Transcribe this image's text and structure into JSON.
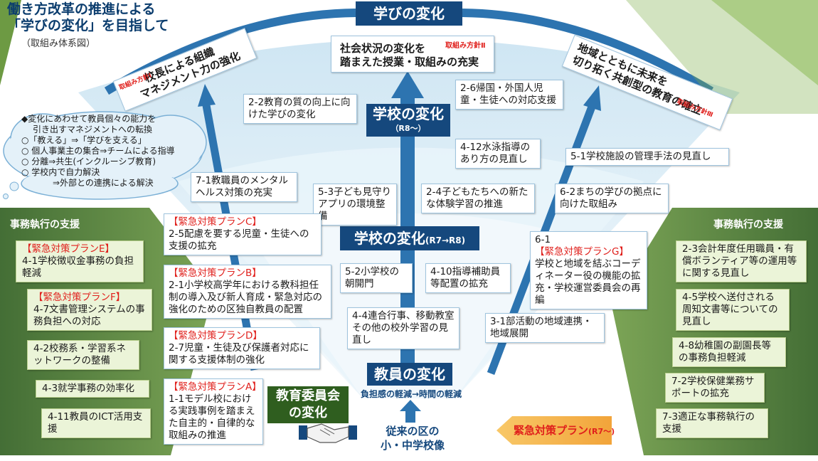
{
  "title": {
    "line1": "働き方改革の推進による",
    "line2": "「学びの変化」を目指して",
    "line3": "（取組み体系図）"
  },
  "top": {
    "manabi": "学びの変化",
    "center_line1": "社会状況の変化を",
    "center_line2": "踏まえた授業・取組みの充実",
    "center_tag": "取組み方針Ⅱ",
    "left_line1": "校長による組織",
    "left_line2": "マネジメント力の強化",
    "left_tag": "取組み方針Ⅰ",
    "right_line1": "地域とともに未来を",
    "right_line2": "切り拓く共創型の教育の確立",
    "right_tag": "取組み方針Ⅲ"
  },
  "cloud": {
    "l1": "◆変化にあわせて教員個々の能力を",
    "l2": "引き出すマネジメントへの転換",
    "l3": "○「教える」⇒「学びを支える」",
    "l4": "○ 個人事業主の集合⇒チームによる指導",
    "l5": "○ 分離⇒共生(インクルーシブ教育)",
    "l6": "○ 学校内で自力解決",
    "l7": "⇒外部との連携による解決"
  },
  "school_change1": {
    "label": "学校の変化",
    "sub": "（R8～）"
  },
  "school_change2": {
    "label": "学校の変化",
    "sub": "(R7→R8)"
  },
  "teacher_change": {
    "label": "教員の変化",
    "sub": "負担感の軽減→時間の軽減"
  },
  "board_change": {
    "l1": "教育委員会",
    "l2": "の変化"
  },
  "traditional": {
    "l1": "従来の区の",
    "l2": "小・中学校像"
  },
  "emergency": {
    "label": "緊急対策プラン",
    "sub": "(R7～)"
  },
  "left_panel": {
    "header": "事務執行の支援",
    "items": [
      {
        "tag": "【緊急対策プランE】",
        "text": "4-1学校徴収金事務の負担軽減"
      },
      {
        "tag": "【緊急対策プランF】",
        "text": "4-7文書管理システムの事務負担への対応"
      },
      {
        "tag": "",
        "text": "4-2校務系・学習系ネットワークの整備"
      },
      {
        "tag": "",
        "text": "4-3就学事務の効率化"
      },
      {
        "tag": "",
        "text": "4-11教員のICT活用支援"
      }
    ]
  },
  "right_panel": {
    "header": "事務執行の支援",
    "items": [
      "2-3会計年度任用職員・有償ボランティア等の運用等に関する見直し",
      "4-5学校へ送付される周知文書等についての見直し",
      "4-8幼稚園の副園長等の事務負担軽減",
      "7-2学校保健業務サポートの拡充",
      "7-3適正な事務執行の支援"
    ]
  },
  "boxes": {
    "b22": "2-2教育の質の向上に向けた学びの変化",
    "b26": "2-6帰国・外国人児童・生徒への対応支援",
    "b412": "4-12水泳指導のあり方の見直し",
    "b51": "5-1学校施設の管理手法の見直し",
    "b71": "7-1教職員のメンタルヘルス対策の充実",
    "b53": "5-3子ども見守りアプリの環境整備",
    "b24": "2-4子どもたちへの新たな体験学習の推進",
    "b62": "6-2まちの学びの拠点に向けた取組み",
    "bC_tag": "【緊急対策プランC】",
    "bC": "2-5配慮を要する児童・生徒への支援の拡充",
    "b61_num": "6-1",
    "b61_tag": "【緊急対策プランG】",
    "b61": "学校と地域を結ぶコーディネーター役の機能の拡充・学校運営委員会の再編",
    "bB_tag": "【緊急対策プランB】",
    "bB": "2-1小学校高学年における教科担任制の導入及び新人育成・緊急対応の強化のための区独自教員の配置",
    "b52": "5-2小学校の朝開門",
    "b410": "4-10指導補助員等配置の拡充",
    "b44": "4-4連合行事、移動教室その他の校外学習の見直し",
    "b31": "3-1部活動の地域連携・地域展開",
    "bD_tag": "【緊急対策プランD】",
    "bD": "2-7児童・生徒及び保護者対応に関する支援体制の強化",
    "bA_tag": "【緊急対策プランA】",
    "bA": "1-1モデル校における実践事例を踏まえた自主的・自律的な取組みの推進"
  },
  "colors": {
    "navy": "#15487d",
    "arrow": "#2d74b0",
    "accent_red": "#e0201c",
    "green_dark": "#3d6b2a",
    "green_light": "#ebf4d8",
    "orange": "#f5b040"
  }
}
